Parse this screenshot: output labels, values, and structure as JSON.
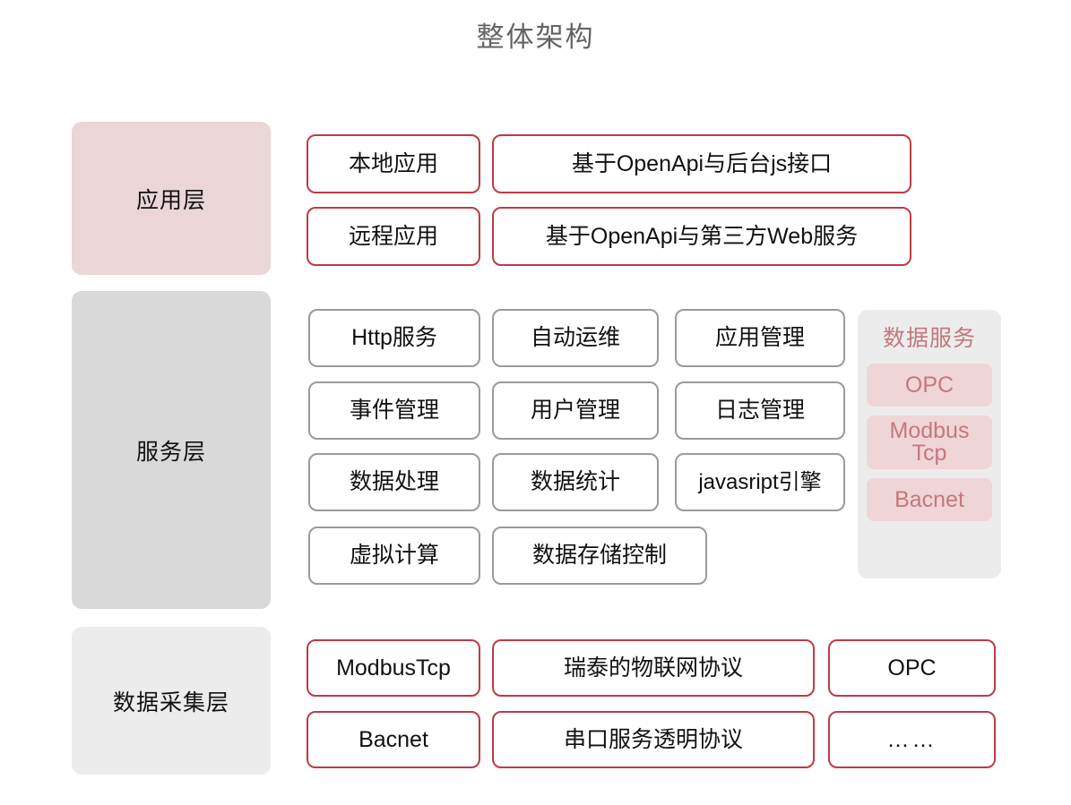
{
  "title": "整体架构",
  "layers": [
    {
      "id": "application",
      "label": "应用层",
      "bg": "#ead5d7",
      "rows": [
        {
          "cells": [
            "本地应用",
            "基于OpenApi与后台js接口"
          ]
        },
        {
          "cells": [
            "远程应用",
            "基于OpenApi与第三方Web服务"
          ]
        }
      ]
    },
    {
      "id": "service",
      "label": "服务层",
      "bg": "#d9d9d9",
      "rows": [
        {
          "cells": [
            "Http服务",
            "自动运维",
            "应用管理"
          ]
        },
        {
          "cells": [
            "事件管理",
            "用户管理",
            "日志管理"
          ]
        },
        {
          "cells": [
            "数据处理",
            "数据统计",
            "javasript引擎"
          ]
        },
        {
          "cells": [
            "虚拟计算",
            "数据存储控制"
          ]
        }
      ],
      "side_panel": {
        "title": "数据服务",
        "bg": "#ececec",
        "chip_bg": "#efd5d7",
        "chip_color": "#c4787e",
        "items": [
          {
            "label": "OPC"
          },
          {
            "label": "ModbusTcp",
            "line1": "Modbus",
            "line2": "Tcp"
          },
          {
            "label": "Bacnet"
          }
        ]
      }
    },
    {
      "id": "data-collection",
      "label": "数据采集层",
      "bg": "#ececec",
      "rows": [
        {
          "cells": [
            "ModbusTcp",
            "瑞泰的物联网协议",
            "OPC"
          ]
        },
        {
          "cells": [
            "Bacnet",
            "串口服务透明协议",
            "……"
          ]
        }
      ]
    }
  ],
  "colors": {
    "title_text": "#646464",
    "red_border": "#bf3a44",
    "gray_border": "#9a9a9a",
    "rose_text": "#c4787e",
    "card_bg": "#ffffff",
    "page_bg": "#ffffff"
  }
}
